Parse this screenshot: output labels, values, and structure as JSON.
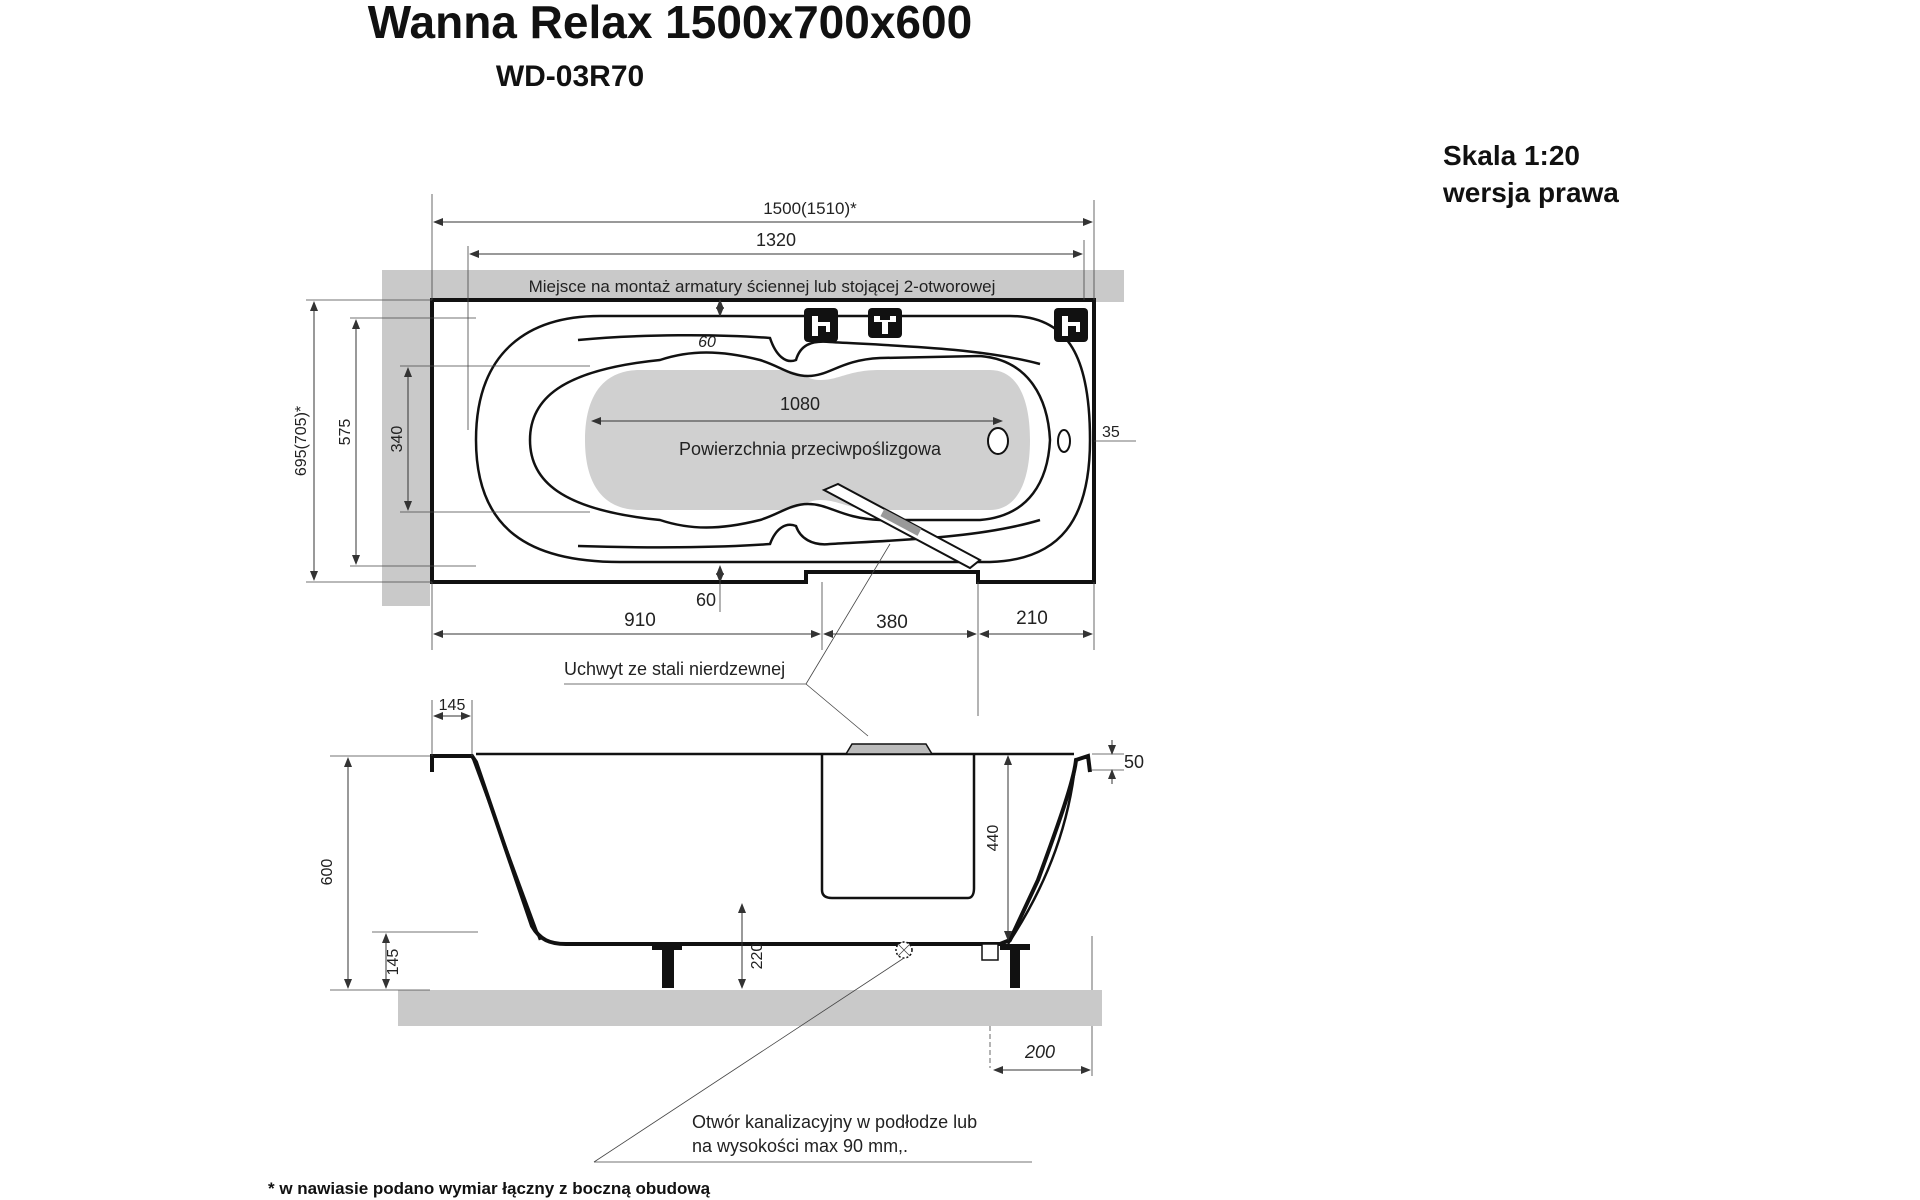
{
  "header": {
    "title": "Wanna Relax 1500x700x600",
    "model": "WD-03R70",
    "scale": "Skala  1:20",
    "version": "wersja prawa"
  },
  "top_view": {
    "dim_total_length": "1500(1510)*",
    "dim_inner_length": "1320",
    "mounting_note": "Miejsce na montaż armatury ściennej lub stojącej  2-otworowej",
    "dim_rim_top": "60",
    "dim_bottom_length": "1080",
    "antislip_label": "Powierzchnia przeciwpoślizgowa",
    "dim_drain_offset": "35",
    "dim_total_width": "695(705)*",
    "dim_inner_width": "575",
    "dim_bottom_width": "340",
    "dim_rim_bottom": "60",
    "dim_left_segment": "910",
    "dim_mid_segment": "380",
    "dim_right_segment": "210"
  },
  "side_view": {
    "handle_label": "Uchwyt ze stali nierdzewnej",
    "dim_left_offset": "145",
    "dim_rim_height": "50",
    "dim_total_height": "600",
    "dim_seat_height": "440",
    "dim_foot_height": "145",
    "dim_bottom_height": "220",
    "dim_drain_offset": "200",
    "drain_note_line1": "Otwór kanalizacyjny w podłodze lub",
    "drain_note_line2": "na wysokości max 90 mm,."
  },
  "footnote": "* w nawiasie podano wymiar łączny z boczną obudową",
  "icons": [
    "wall-faucet-icon",
    "standing-faucet-icon",
    "wall-faucet-icon"
  ]
}
